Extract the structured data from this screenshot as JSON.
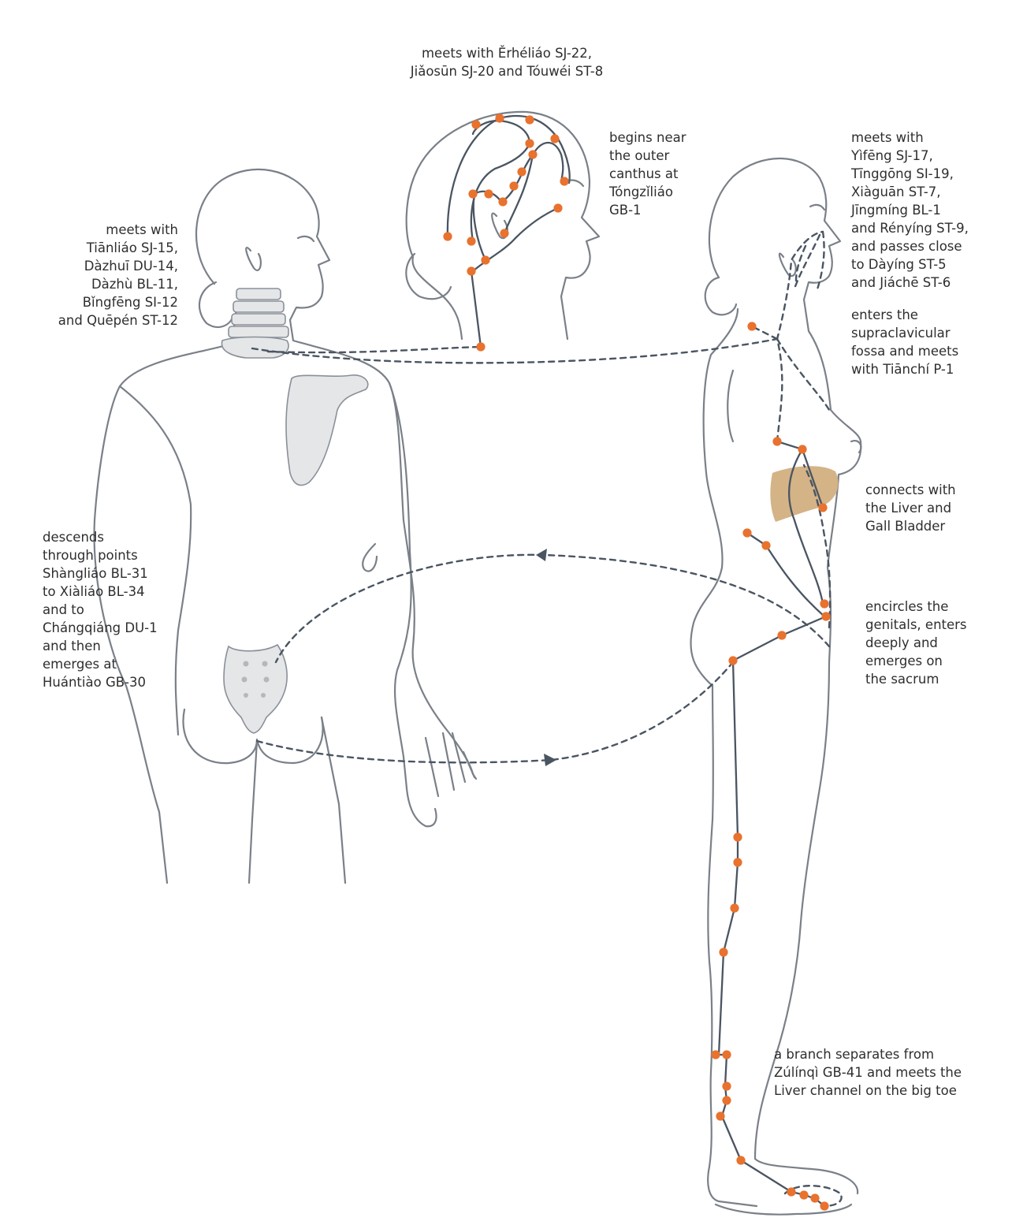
{
  "colors": {
    "figure_line": "#7a8088",
    "channel_line": "#4a5562",
    "point": "#e8722e",
    "bone": "#e4e6e8",
    "liver": "#d4b387",
    "text": "#2e2e2e"
  },
  "labels": {
    "head_top": [
      "meets with Ěrhéliáo SJ-22,",
      "Jiǎosūn SJ-20 and Tóuwéi ST-8"
    ],
    "begins": [
      "begins near",
      "the outer",
      "canthus at",
      "Tóngzǐliáo",
      "GB-1"
    ],
    "meets_face": [
      "meets with",
      "Yìfēng SJ-17,",
      "Tīnggōng SI-19,",
      "Xiàguān ST-7,",
      "Jīngmíng BL-1",
      "and Rényíng ST-9,",
      "and passes close",
      "to Dàyíng ST-5",
      "and Jiáchē ST-6"
    ],
    "meets_neck": [
      "meets with",
      "Tiānliáo SJ-15,",
      "Dàzhuī DU-14,",
      "Dàzhù BL-11,",
      "Bǐngfēng SI-12",
      "and Quēpén ST-12"
    ],
    "supraclavicular": [
      "enters the",
      "supraclavicular",
      "fossa and meets",
      "with Tiānchí P-1"
    ],
    "liver": [
      "connects with",
      "the Liver and",
      "Gall Bladder"
    ],
    "descends": [
      "descends",
      "through points",
      "Shàngliáo BL-31",
      "to Xiàliáo BL-34",
      "and to",
      "Chángqiáng DU-1",
      "and then",
      "emerges at",
      "Huántiào GB-30"
    ],
    "genitals": [
      "encircles the",
      "genitals, enters",
      "deeply and",
      "emerges on",
      "the sacrum"
    ],
    "branch": [
      "a branch separates from",
      "Zúlínqì GB-41 and meets the",
      "Liver channel on the big toe"
    ]
  }
}
